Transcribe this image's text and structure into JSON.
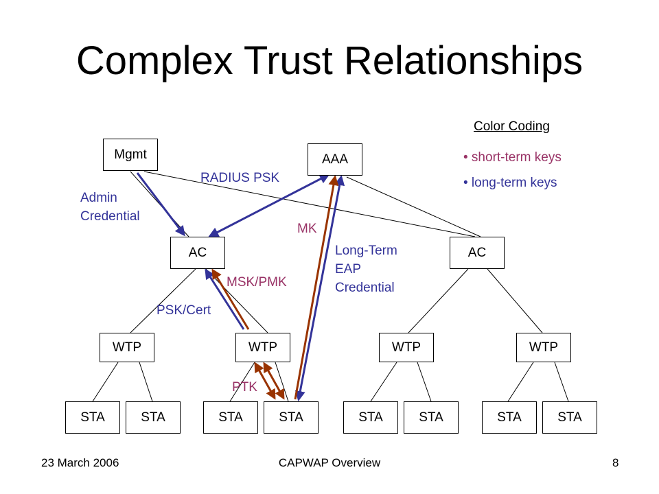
{
  "title": "Complex Trust Relationships",
  "nodes": {
    "mgmt": "Mgmt",
    "aaa": "AAA",
    "ac_left": "AC",
    "ac_right": "AC",
    "wtp": [
      "WTP",
      "WTP",
      "WTP",
      "WTP"
    ],
    "sta": [
      "STA",
      "STA",
      "STA",
      "STA",
      "STA",
      "STA",
      "STA",
      "STA"
    ]
  },
  "labels": {
    "admin_credential": "Admin\nCredential",
    "radius_psk": "RADIUS PSK",
    "mk": "MK",
    "msk_pmk": "MSK/PMK",
    "psk_cert": "PSK/Cert",
    "long_term_eap": "Long-Term\nEAP\nCredential",
    "ptk": "PTK"
  },
  "legend": {
    "title": "Color Coding",
    "short_term": "• short-term keys",
    "long_term": "• long-term keys"
  },
  "colors": {
    "short_term": "#993300",
    "long_term": "#333399",
    "short_term_text": "#993366",
    "long_term_text": "#333399"
  },
  "footer": {
    "date": "23 March 2006",
    "center": "CAPWAP Overview",
    "page": "8"
  }
}
